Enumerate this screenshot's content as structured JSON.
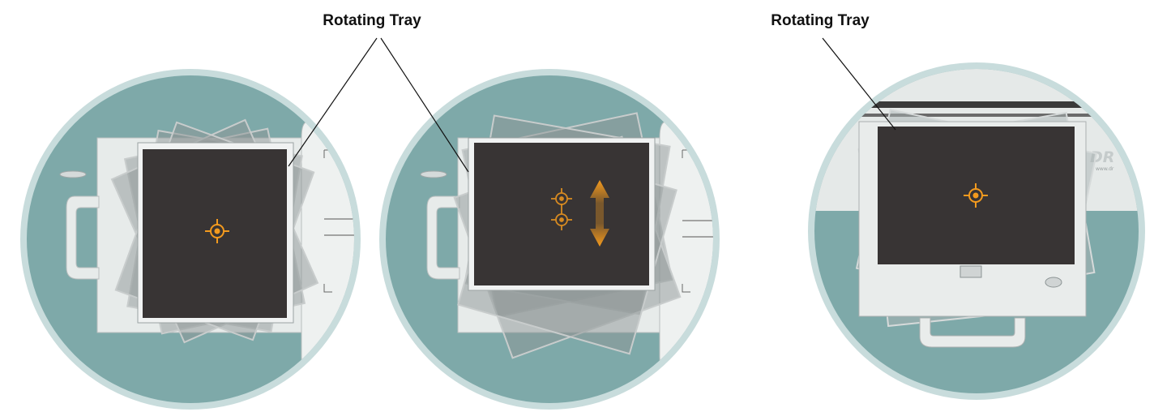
{
  "labels": {
    "left_callout": "Rotating Tray",
    "right_callout": "Rotating Tray"
  },
  "brand": {
    "text": "DR",
    "subtext": "www.dr"
  },
  "colors": {
    "background": "#ffffff",
    "circle_ring": "#c8dcdc",
    "circle_fill": "#7ea9a9",
    "machine_body": "#e7ebea",
    "machine_edge": "#b8bebe",
    "tray_surface": "#383434",
    "shadow_plates": "#8e9696",
    "accent_orange": "#f39a1e",
    "callout_line": "#111111"
  },
  "icons": {
    "target": "crosshair-target-icon",
    "move_arrow": "vertical-double-arrow-icon"
  }
}
